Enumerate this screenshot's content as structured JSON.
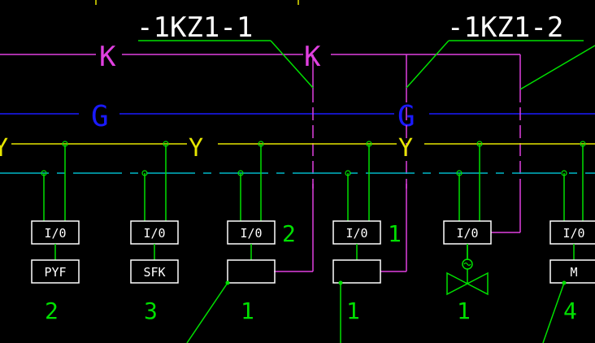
{
  "diagram": {
    "colors": {
      "background": "#000000",
      "magenta_bus": "#e040e0",
      "blue_bus": "#1a1aff",
      "yellow_bus": "#e6e600",
      "cyan_bus": "#00b8c8",
      "green": "#00e000",
      "white": "#ffffff"
    },
    "bus_labels": {
      "k": [
        "K",
        "K"
      ],
      "g": [
        "G",
        "G"
      ],
      "y": [
        "Y",
        "Y",
        "Y"
      ]
    },
    "cabinet_tags": [
      "-1KZ1-1",
      "-1KZ1-2"
    ],
    "io_modules": [
      {
        "io_label": "I/0",
        "device_label": "PYF",
        "device_icon": "none",
        "side_number": "",
        "bottom_number": "2"
      },
      {
        "io_label": "I/0",
        "device_label": "SFK",
        "device_icon": "none",
        "side_number": "",
        "bottom_number": "3"
      },
      {
        "io_label": "I/0",
        "device_label": "",
        "device_icon": "none",
        "side_number": "2",
        "bottom_number": "1"
      },
      {
        "io_label": "I/0",
        "device_label": "",
        "device_icon": "none",
        "side_number": "1",
        "bottom_number": "1"
      },
      {
        "io_label": "I/0",
        "device_label": "",
        "device_icon": "motor-valve",
        "side_number": "",
        "bottom_number": "1"
      },
      {
        "io_label": "I/0",
        "device_label": "M",
        "device_icon": "none",
        "side_number": "",
        "bottom_number": "4"
      }
    ]
  }
}
